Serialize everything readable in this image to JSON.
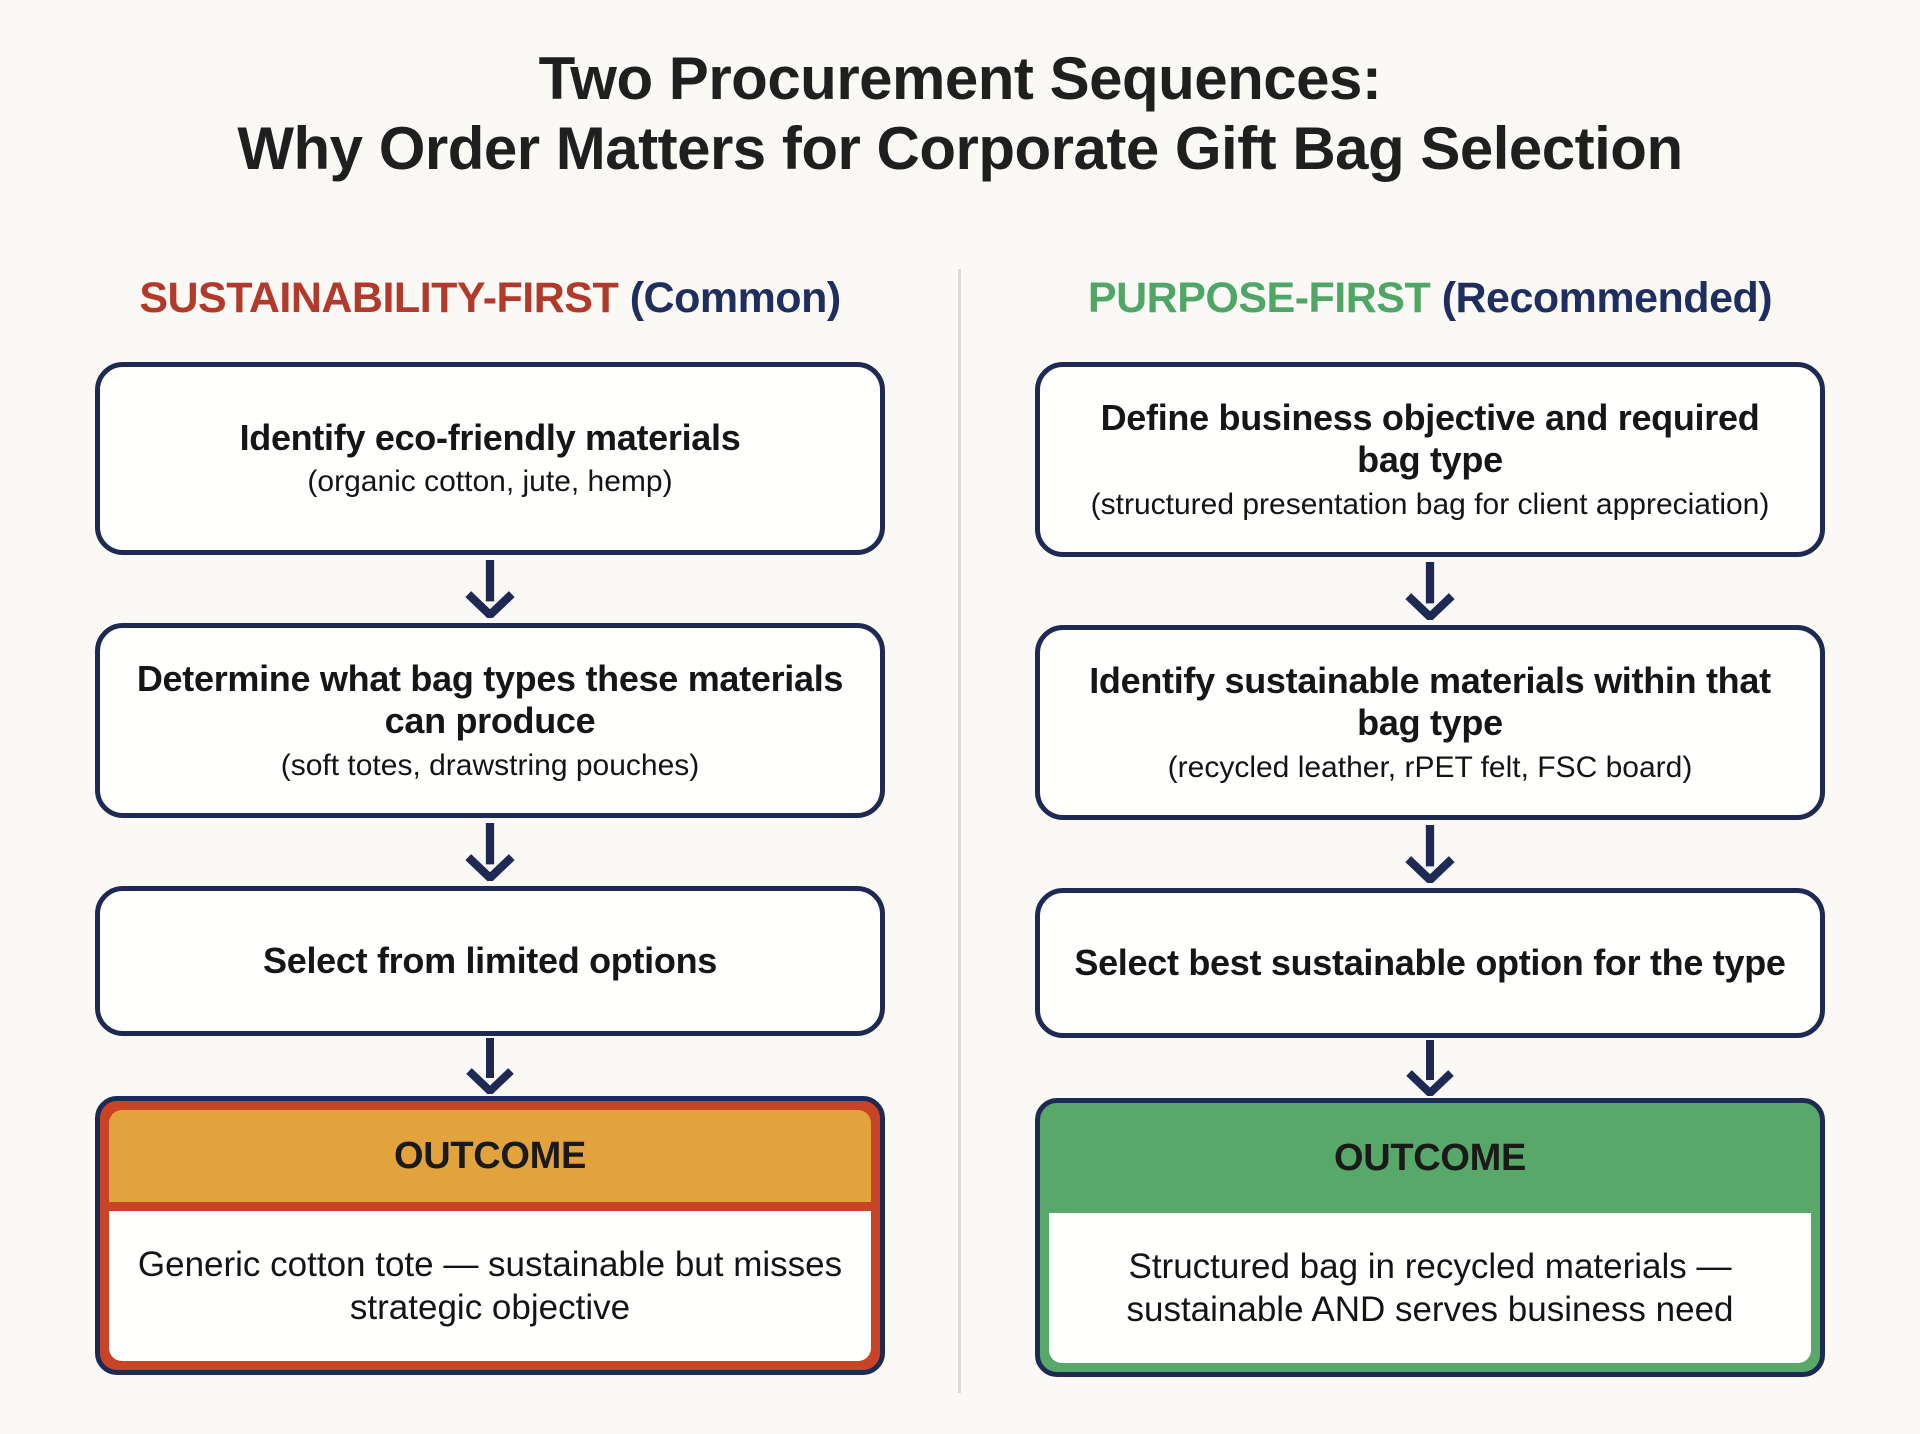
{
  "title": {
    "line1": "Two Procurement Sequences:",
    "line2": "Why Order Matters for Corporate Gift Bag Selection"
  },
  "columns": [
    {
      "id": "sustainability-first",
      "heading": {
        "main": "SUSTAINABILITY-FIRST",
        "qualifier": "(Common)"
      },
      "steps": [
        {
          "title": "Identify eco-friendly materials",
          "subtitle": "(organic cotton, jute, hemp)"
        },
        {
          "title": "Determine what bag types these materials can produce",
          "subtitle": "(soft totes, drawstring pouches)"
        },
        {
          "title": "Select from limited options",
          "subtitle": ""
        }
      ],
      "outcome": {
        "label": "OUTCOME",
        "text": "Generic cotton tote — sustainable but misses strategic objective"
      }
    },
    {
      "id": "purpose-first",
      "heading": {
        "main": "PURPOSE-FIRST",
        "qualifier": "(Recommended)"
      },
      "steps": [
        {
          "title": "Define business objective and required bag type",
          "subtitle": "(structured presentation bag for client appreciation)"
        },
        {
          "title": "Identify sustainable materials within that bag type",
          "subtitle": "(recycled leather, rPET felt, FSC board)"
        },
        {
          "title": "Select best sustainable option for the type",
          "subtitle": ""
        }
      ],
      "outcome": {
        "label": "OUTCOME",
        "text": "Structured bag in recycled materials — sustainable AND serves business need"
      }
    }
  ],
  "colors": {
    "background": "#faf9f6",
    "box_border_navy": "#1e2a54",
    "heading_qualifier_navy": "#1e2f5f",
    "sustainability_red": "#b23a2b",
    "purpose_green": "#4fa666",
    "outcome_amber_header": "#e2a33d",
    "outcome_red_border": "#c94327",
    "outcome_green": "#58a969",
    "divider_gray": "#dcdcd8",
    "text": "#141414"
  }
}
